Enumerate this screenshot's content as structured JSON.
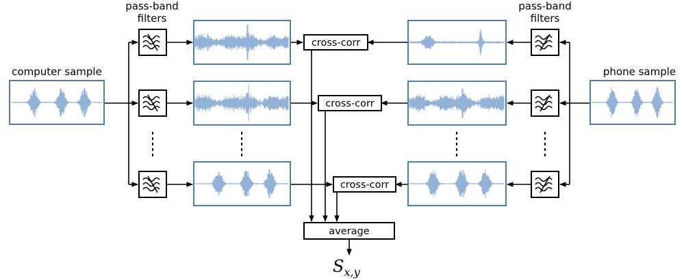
{
  "labels": {
    "computer_sample": "computer sample",
    "phone_sample": "phone sample",
    "filters_left": [
      "pass-band",
      "filters"
    ],
    "filters_right": [
      "pass-band",
      "filters"
    ],
    "cross_corr": "cross-corr",
    "average": "average",
    "output_symbol": "S",
    "output_subscript": "x,y"
  },
  "colors": {
    "waveform": "#4a7ebb",
    "lines": "#000000",
    "background": "#ffffff"
  },
  "waveforms": {
    "computer_sample": {
      "style": "bursts",
      "bursts": 3
    },
    "left_band_1": {
      "style": "dense",
      "bursts": 0
    },
    "left_band_2": {
      "style": "dense",
      "bursts": 0
    },
    "left_band_3": {
      "style": "bursts",
      "bursts": 3
    },
    "right_band_1": {
      "style": "sparse",
      "bursts": 0
    },
    "right_band_2": {
      "style": "dense",
      "bursts": 0
    },
    "right_band_3": {
      "style": "bursts",
      "bursts": 3
    },
    "phone_sample": {
      "style": "bursts",
      "bursts": 3
    }
  },
  "icons": {
    "left_filters": "passband-filter-icon",
    "right_filters": "passband-filter-icon"
  }
}
